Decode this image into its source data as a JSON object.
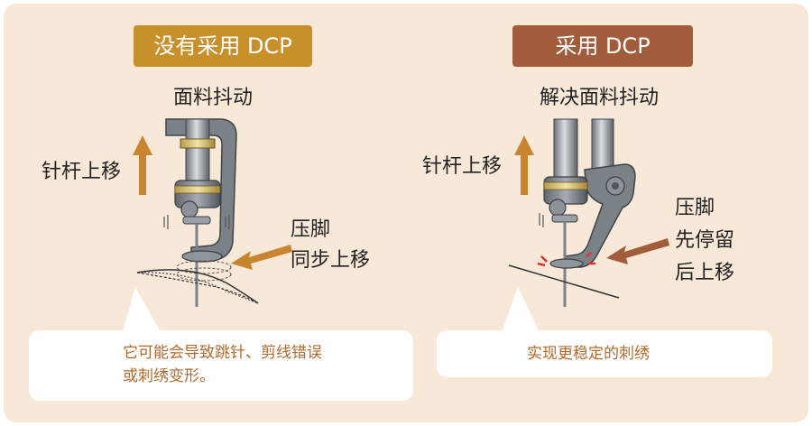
{
  "left": {
    "badge": "没有采用 DCP",
    "subtitle": "面料抖动",
    "needle_label": "针杆上移",
    "foot_label_1": "压脚",
    "foot_label_2": "同步上移",
    "note_1": "它可能会导致跳针、剪线错误",
    "note_2": "或刺绣变形。"
  },
  "right": {
    "badge": "采用 DCP",
    "subtitle": "解决面料抖动",
    "needle_label": "针杆上移",
    "foot_label_1": "压脚",
    "foot_label_2": "先停留",
    "foot_label_3": "后上移",
    "note": "实现更稳定的刺绣"
  },
  "colors": {
    "background": "#f7e8d8",
    "badge_left": "#c8902a",
    "badge_right": "#a15d3b",
    "arrow": "#c8842e",
    "note_text": "#b06a2c",
    "highlight_red": "#e2322b"
  }
}
